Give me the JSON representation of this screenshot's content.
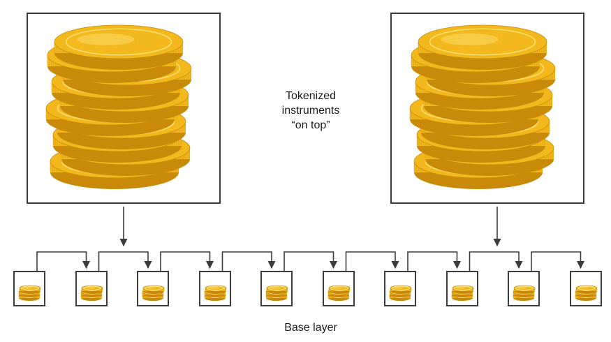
{
  "diagram": {
    "top_label_lines": [
      "Tokenized",
      "instruments",
      "“on top”"
    ],
    "bottom_label": "Base layer",
    "large_stacks": [
      {
        "icon": "gold-coin-stack-icon"
      },
      {
        "icon": "gold-coin-stack-icon"
      }
    ],
    "base_tokens_count": 10,
    "colors": {
      "outline": "#3c3c3c",
      "coin_gold": "#f2b81c",
      "coin_highlight": "#fde27a",
      "coin_shadow": "#c98a0a",
      "arrow": "#3c3c3c"
    }
  }
}
